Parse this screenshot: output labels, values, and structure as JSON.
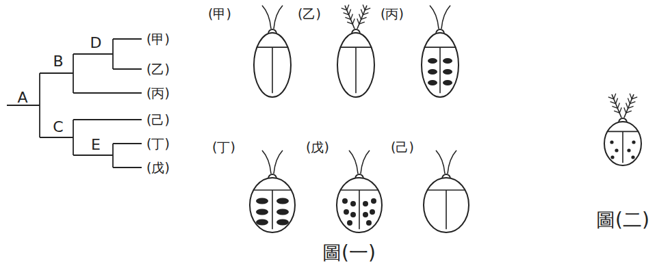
{
  "diagram": {
    "labels": [
      "A",
      "B",
      "D",
      "C",
      "E",
      "(甲)",
      "(乙)",
      "(丙)",
      "(己)",
      "(丁)",
      "(戊)",
      "(甲)",
      "(乙)",
      "(丙)",
      "(丁)",
      "(戊)",
      "(己)",
      "圖(一)",
      "圖(二)"
    ]
  }
}
